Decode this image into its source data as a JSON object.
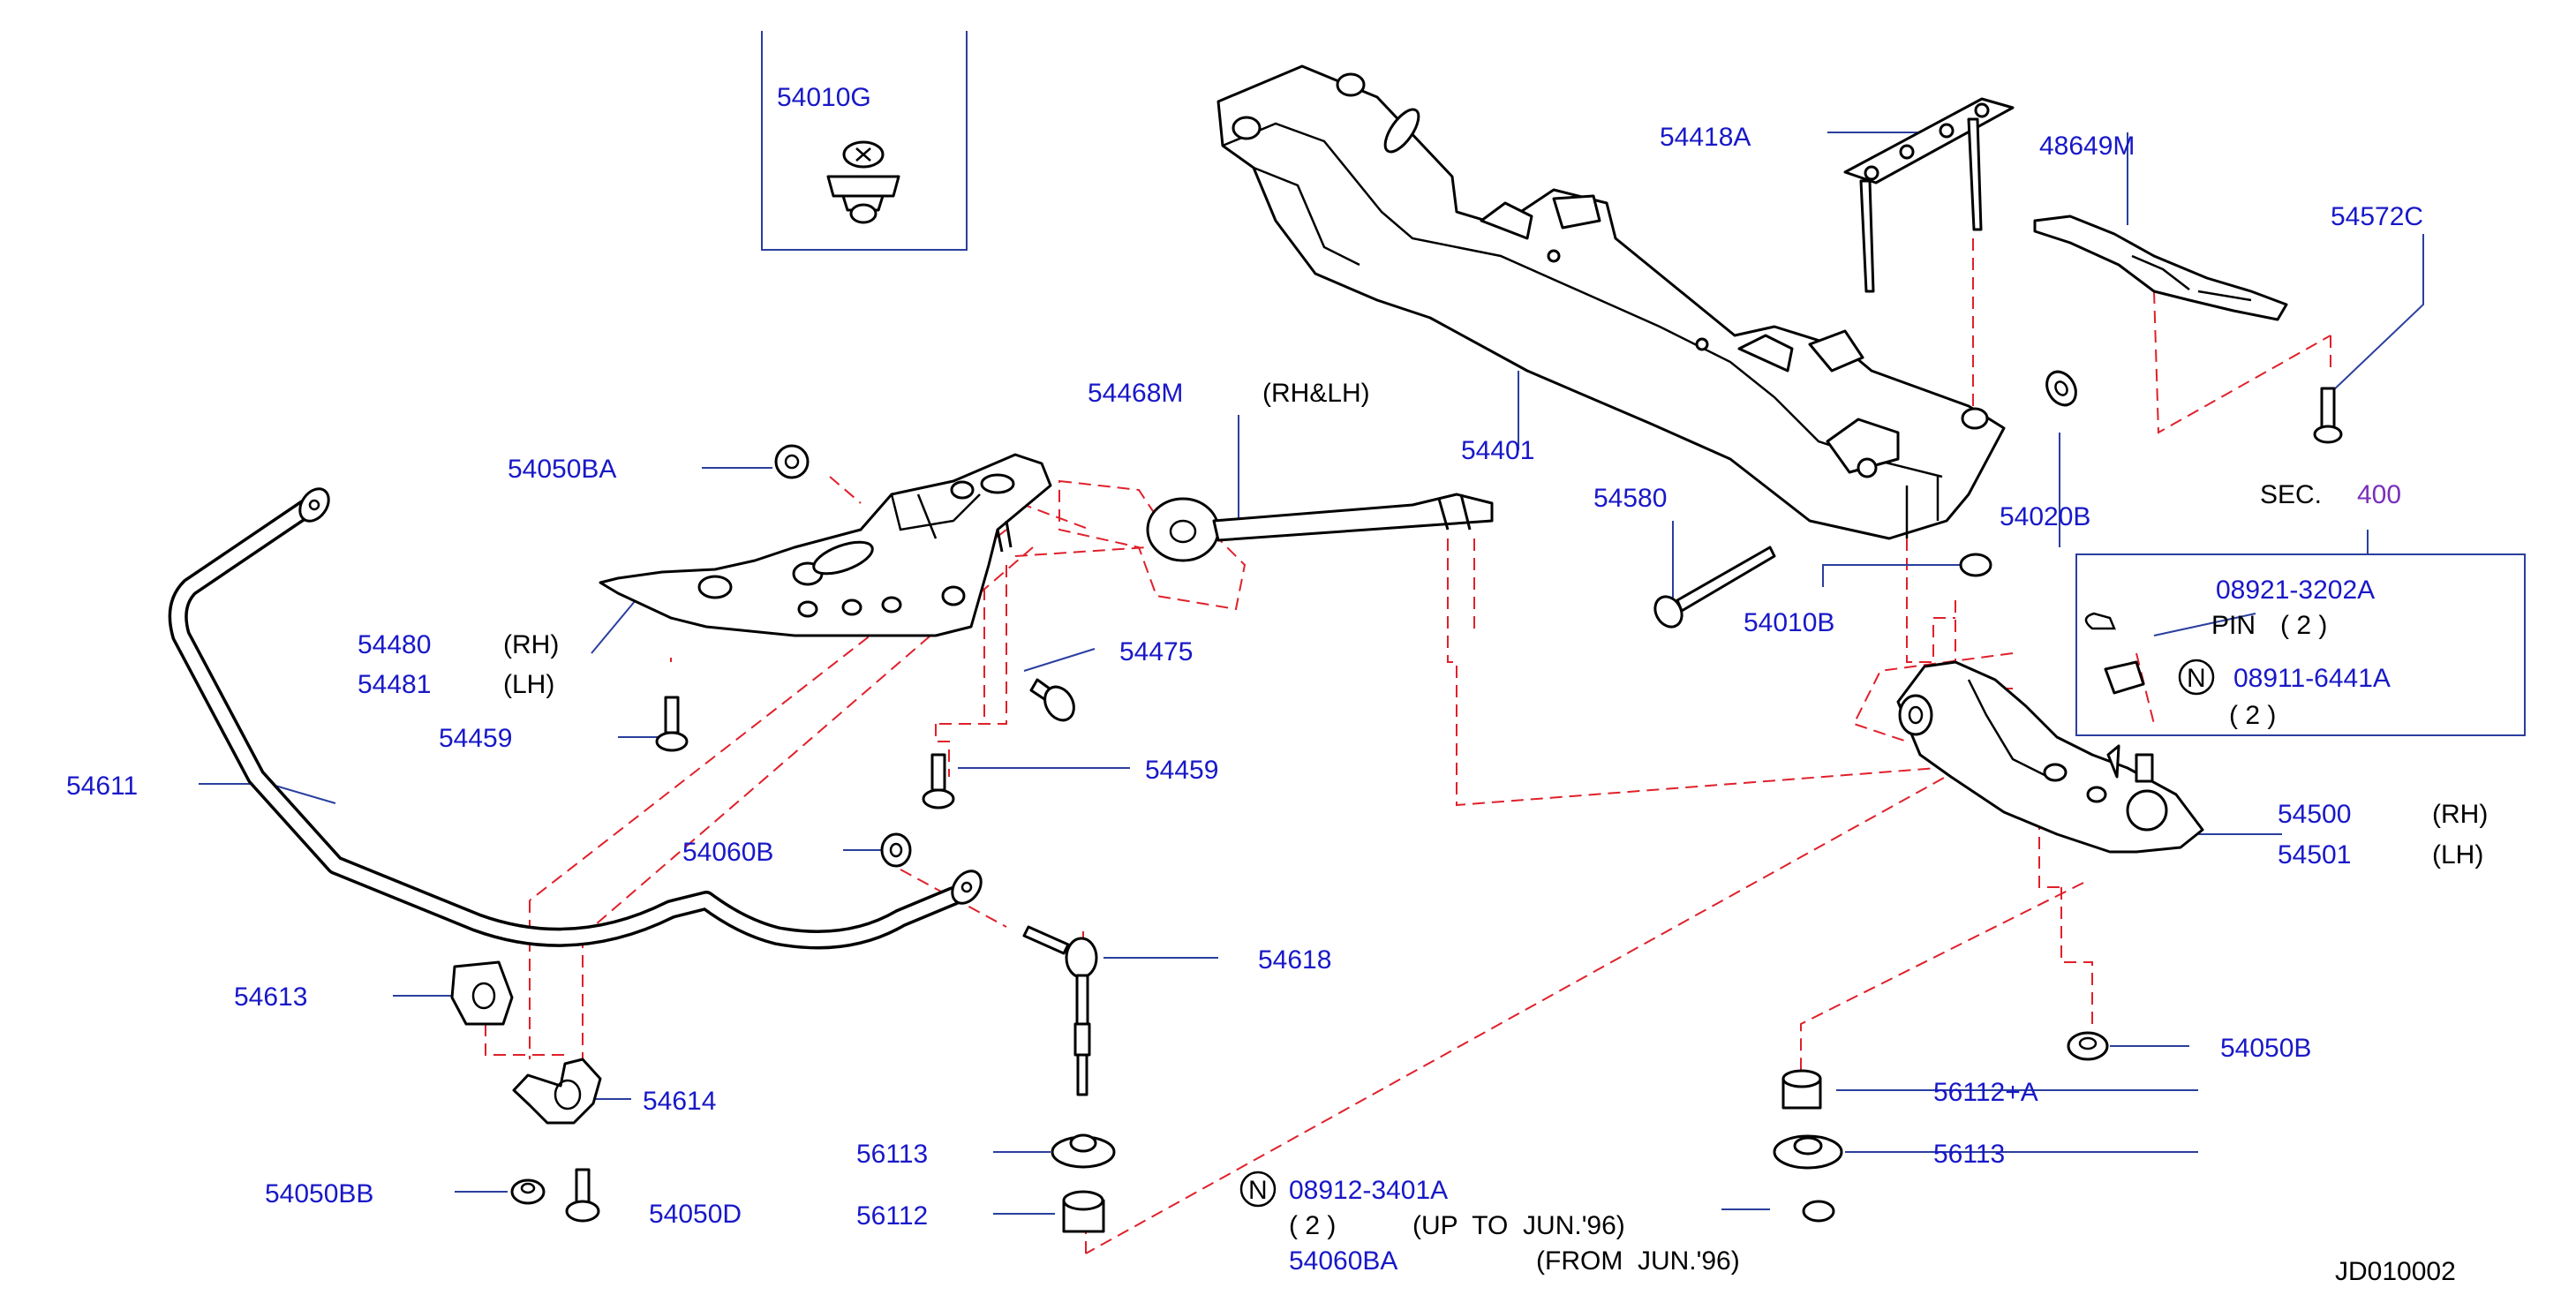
{
  "diagram_id": "JD010002",
  "sec": {
    "prefix": "SEC.",
    "number": "400"
  },
  "parts": {
    "p54010G": "54010G",
    "p54418A": "54418A",
    "p48649M": "48649M",
    "p54572C": "54572C",
    "p54468M": "54468M",
    "p54468M_side": "(RH&LH)",
    "p54401": "54401",
    "p54050BA": "54050BA",
    "p54580": "54580",
    "p54020B": "54020B",
    "p54010B": "54010B",
    "p54480": "54480",
    "p54480_side": "(RH)",
    "p54481": "54481",
    "p54481_side": "(LH)",
    "p54475": "54475",
    "p54459a": "54459",
    "p54459b": "54459",
    "p54611": "54611",
    "p54060B": "54060B",
    "p54618": "54618",
    "p54613": "54613",
    "p54614": "54614",
    "p54050BB": "54050BB",
    "p54050D": "54050D",
    "p56113a": "56113",
    "p56112": "56112",
    "p08921": "08921-3202A",
    "pin": "PIN",
    "pin_qty": "( 2 )",
    "n_badge_1": "N",
    "p08911": "08911-6441A",
    "p08911_qty": "( 2 )",
    "p54500": "54500",
    "p54500_side": "(RH)",
    "p54501": "54501",
    "p54501_side": "(LH)",
    "p54050B": "54050B",
    "p56112A": "56112+A",
    "p56113b": "56113",
    "n_badge_2": "N",
    "p08912": "08912-3401A",
    "p08912_qty": "( 2 )",
    "p08912_note": "(UP  TO  JUN.'96)",
    "p54060BA": "54060BA",
    "p54060BA_note": "(FROM  JUN.'96)"
  },
  "colors": {
    "part_number": "#1818c8",
    "section_ref": "#7a2fb8",
    "leader_line": "#2a3f9e",
    "phantom_line": "#e0202a",
    "outline": "#000000"
  }
}
